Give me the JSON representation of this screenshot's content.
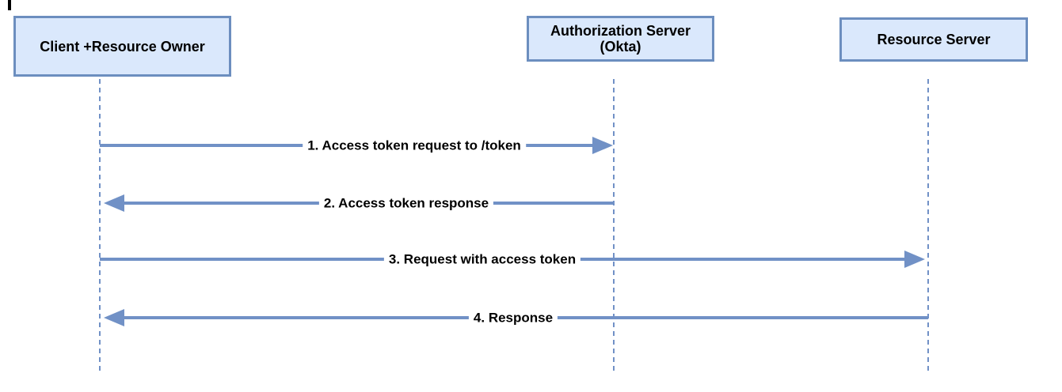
{
  "colors": {
    "box_fill": "#DAE8FC",
    "box_border": "#6C8EBF",
    "connector": "#7191C6",
    "label_text": "#000000"
  },
  "actors": [
    {
      "label": "Client +Resource Owner"
    },
    {
      "label": "Authorization Server\n(Okta)"
    },
    {
      "label": "Resource Server"
    }
  ],
  "messages": [
    {
      "label": "1. Access token request to /token",
      "from": "Client +Resource Owner",
      "to": "Authorization Server (Okta)",
      "direction": "right"
    },
    {
      "label": "2. Access token response",
      "from": "Authorization Server (Okta)",
      "to": "Client +Resource Owner",
      "direction": "left"
    },
    {
      "label": "3. Request with access token",
      "from": "Client +Resource Owner",
      "to": "Resource Server",
      "direction": "right"
    },
    {
      "label": "4. Response",
      "from": "Resource Server",
      "to": "Client +Resource Owner",
      "direction": "left"
    }
  ]
}
